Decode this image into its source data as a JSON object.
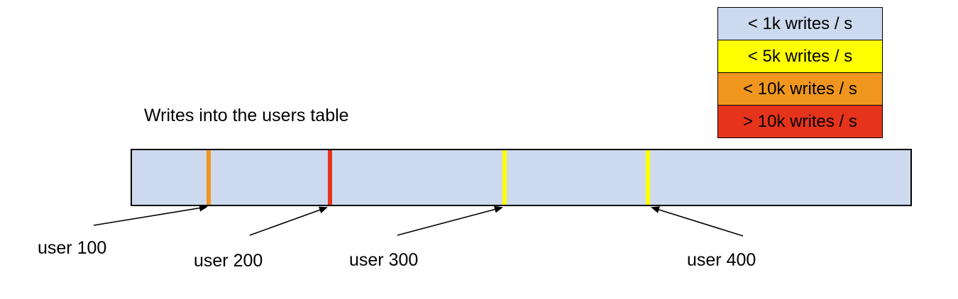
{
  "diagram": {
    "title": "Writes into the users table"
  },
  "legend": {
    "items": [
      {
        "label": "< 1k writes / s",
        "color": "#ccd9ee"
      },
      {
        "label": "< 5k writes / s",
        "color": "#ffff00"
      },
      {
        "label": "< 10k writes / s",
        "color": "#f0961e"
      },
      {
        "label": "> 10k writes / s",
        "color": "#e5341b"
      }
    ]
  },
  "bar": {
    "fill": "#ccd9ee",
    "border_color": "#000000"
  },
  "hotspots": [
    {
      "user": "user 100",
      "rate": "< 10k writes / s",
      "color": "#f0961e",
      "position_frac": 0.096
    },
    {
      "user": "user 200",
      "rate": "> 10k writes / s",
      "color": "#e5341b",
      "position_frac": 0.252
    },
    {
      "user": "user 300",
      "rate": "< 5k writes / s",
      "color": "#ffff00",
      "position_frac": 0.476
    },
    {
      "user": "user 400",
      "rate": "< 5k writes / s",
      "color": "#ffff00",
      "position_frac": 0.66
    }
  ]
}
